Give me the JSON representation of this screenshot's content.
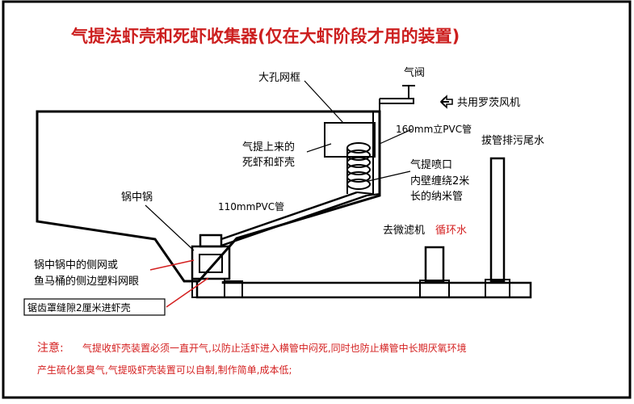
{
  "title": "气提法虾壳和死虾收集器(仅在大虾阶段才用的装置)",
  "labels": {
    "big_mesh_box": "大孔网框",
    "air_valve": "气阀",
    "shared_blower": "共用罗茨风机",
    "pvc_160": "160mm立PVC管",
    "drain_pipe": "拔管排污尾水",
    "lifted_line1": "气提上来的",
    "lifted_line2": "死虾和虾壳",
    "nozzle_line1": "气提喷口",
    "nozzle_line2": "内壁缠绕2米",
    "nozzle_line3": "长的纳米管",
    "pot_in_pot": "锅中锅",
    "pvc_110": "110mmPVC管",
    "to_filter": "去微滤机",
    "recycle_water": "循环水",
    "side_net_line1": "锅中锅中的侧网或",
    "side_net_line2": "鱼马桶的侧边塑料网眼",
    "sawtooth_cover": "锯齿罩缝隙2厘米进虾壳"
  },
  "note": {
    "prefix": "注意:",
    "line1": "气提收虾壳装置必须一直开气,以防止活虾进入横管中闷死,同时也防止横管中长期厌氧环境",
    "line2": "产生硫化氢臭气,气提吸虾壳装置可以自制,制作简单,成本低;"
  },
  "colors": {
    "title": "#cc1f1f",
    "line": "#000000",
    "accent_red": "#d42020"
  }
}
